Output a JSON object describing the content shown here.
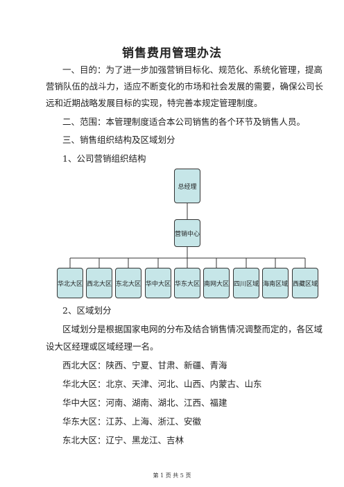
{
  "title": "销售费用管理办法",
  "section1": {
    "line1": "一、目的：为了进一步加强营销目标化、规范化、系统化管理，提高",
    "line2": "营销队伍的战斗力，适应不断变化的市场和社会发展的需要，确保公司长",
    "line3": "远和近期战略发展目标的实现，特完善本规定管理制度。"
  },
  "section2": "二、范围：本管理制度适合本公司销售的各个环节及销售人员。",
  "section3": "三、销售组织结构及区域划分",
  "sub1": "1、公司营销组织结构",
  "org": {
    "top": "总经理",
    "middle": "营销中心",
    "regions": [
      "华北大区",
      "西北大区",
      "东北大区",
      "华中大区",
      "华东大区",
      "南网大区",
      "四川区域",
      "海南区域",
      "西藏区域"
    ]
  },
  "sub2": "2、区域划分",
  "division": {
    "line1": "区域划分是根据国家电网的分布及结合销售情况调整而定的，各区域",
    "line2": "设大区经理或区域经理一名。"
  },
  "regions_list": [
    "西北大区：陕西、宁夏、甘肃、新疆、青海",
    "华北大区：北京、天津、河北、山西、内蒙古、山东",
    "华中大区：河南、湖南、湖北、江西、福建",
    "华东大区：江苏、上海、浙江、安徽",
    "东北大区：辽宁、黑龙江、吉林"
  ],
  "footer": "第 1 页 共 5 页"
}
